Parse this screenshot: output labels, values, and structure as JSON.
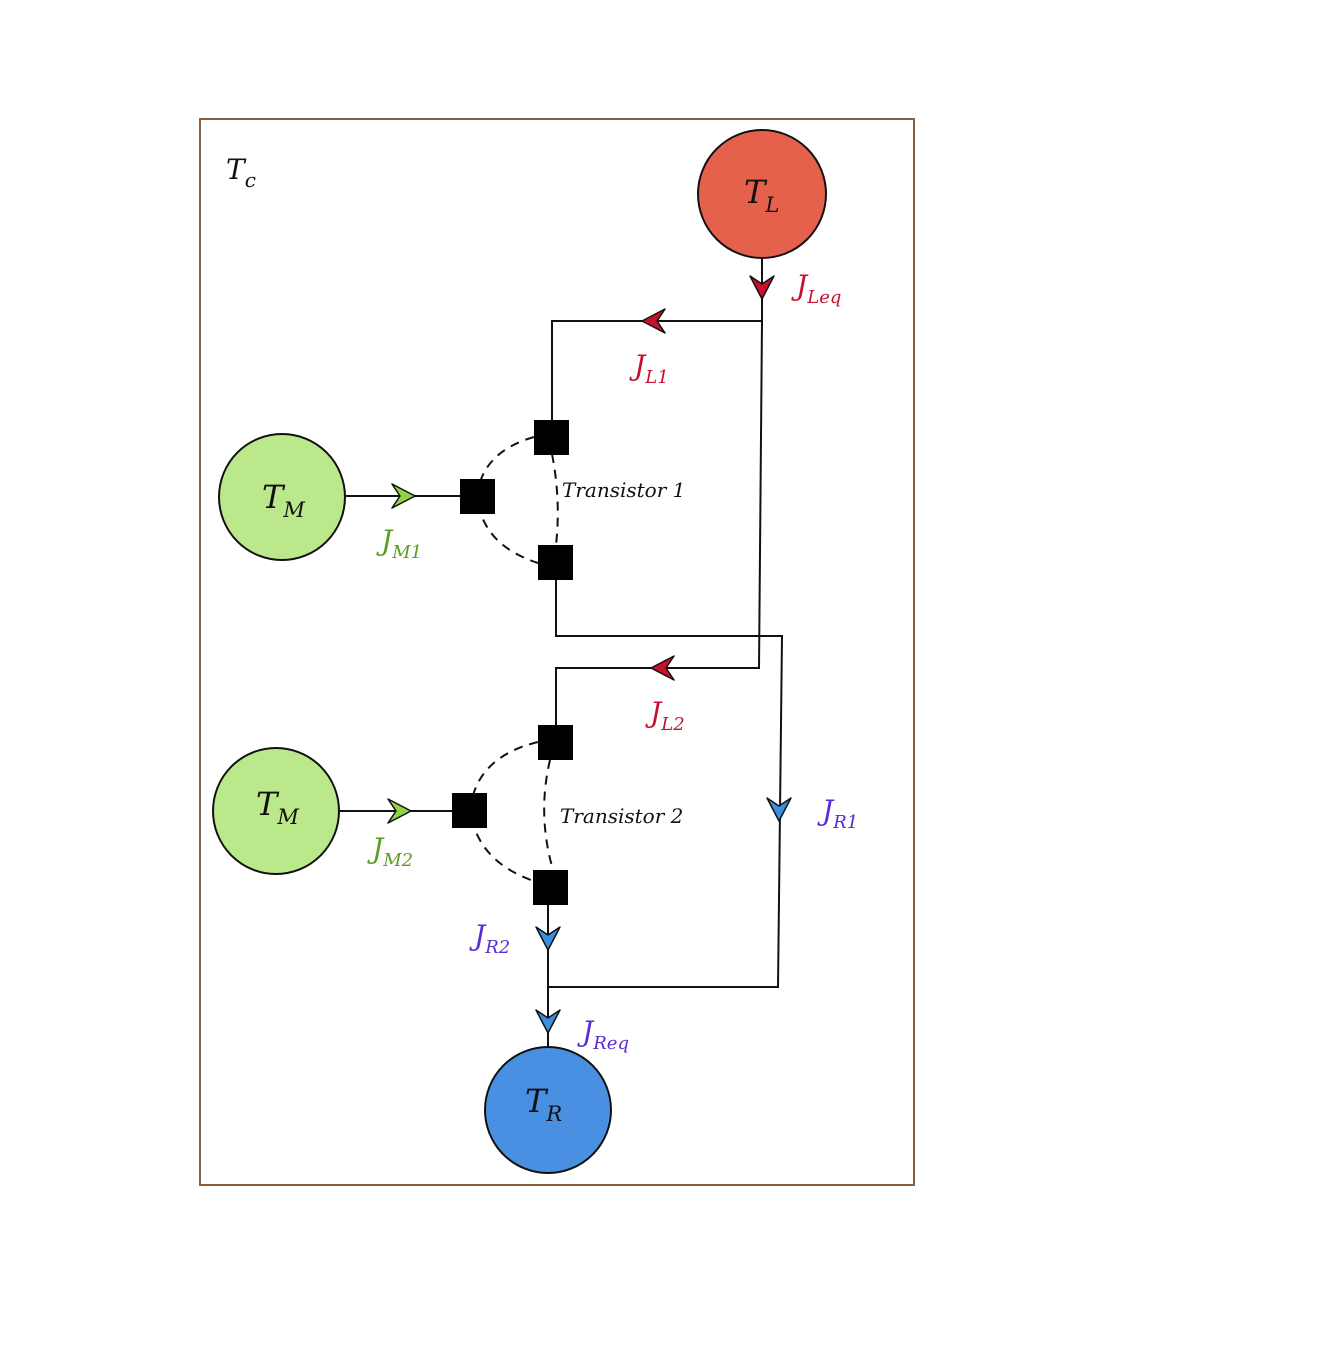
{
  "diagram": {
    "frame_label": {
      "main": "T",
      "sub": "c"
    },
    "colors": {
      "frame": "#8B5E3C",
      "left_bath": "#E5614B",
      "middle_bath": "#BAE88A",
      "right_bath": "#4A90E2",
      "red_flux": "#C8102E",
      "green_flux": "#5A9E1E",
      "blue_flux": "#5A2BD6",
      "blue_arrow": "#3C8FE0"
    },
    "baths": {
      "left": {
        "main": "T",
        "sub": "L"
      },
      "middle1": {
        "main": "T",
        "sub": "M"
      },
      "middle2": {
        "main": "T",
        "sub": "M"
      },
      "right": {
        "main": "T",
        "sub": "R"
      }
    },
    "transistors": [
      {
        "label": "Transistor 1"
      },
      {
        "label": "Transistor 2"
      }
    ],
    "fluxes": {
      "J_Leq": {
        "main": "J",
        "sub": "Leq"
      },
      "J_L1": {
        "main": "J",
        "sub": "L1"
      },
      "J_L2": {
        "main": "J",
        "sub": "L2"
      },
      "J_M1": {
        "main": "J",
        "sub": "M1"
      },
      "J_M2": {
        "main": "J",
        "sub": "M2"
      },
      "J_R1": {
        "main": "J",
        "sub": "R1"
      },
      "J_R2": {
        "main": "J",
        "sub": "R2"
      },
      "J_Req": {
        "main": "J",
        "sub": "Req"
      }
    }
  }
}
